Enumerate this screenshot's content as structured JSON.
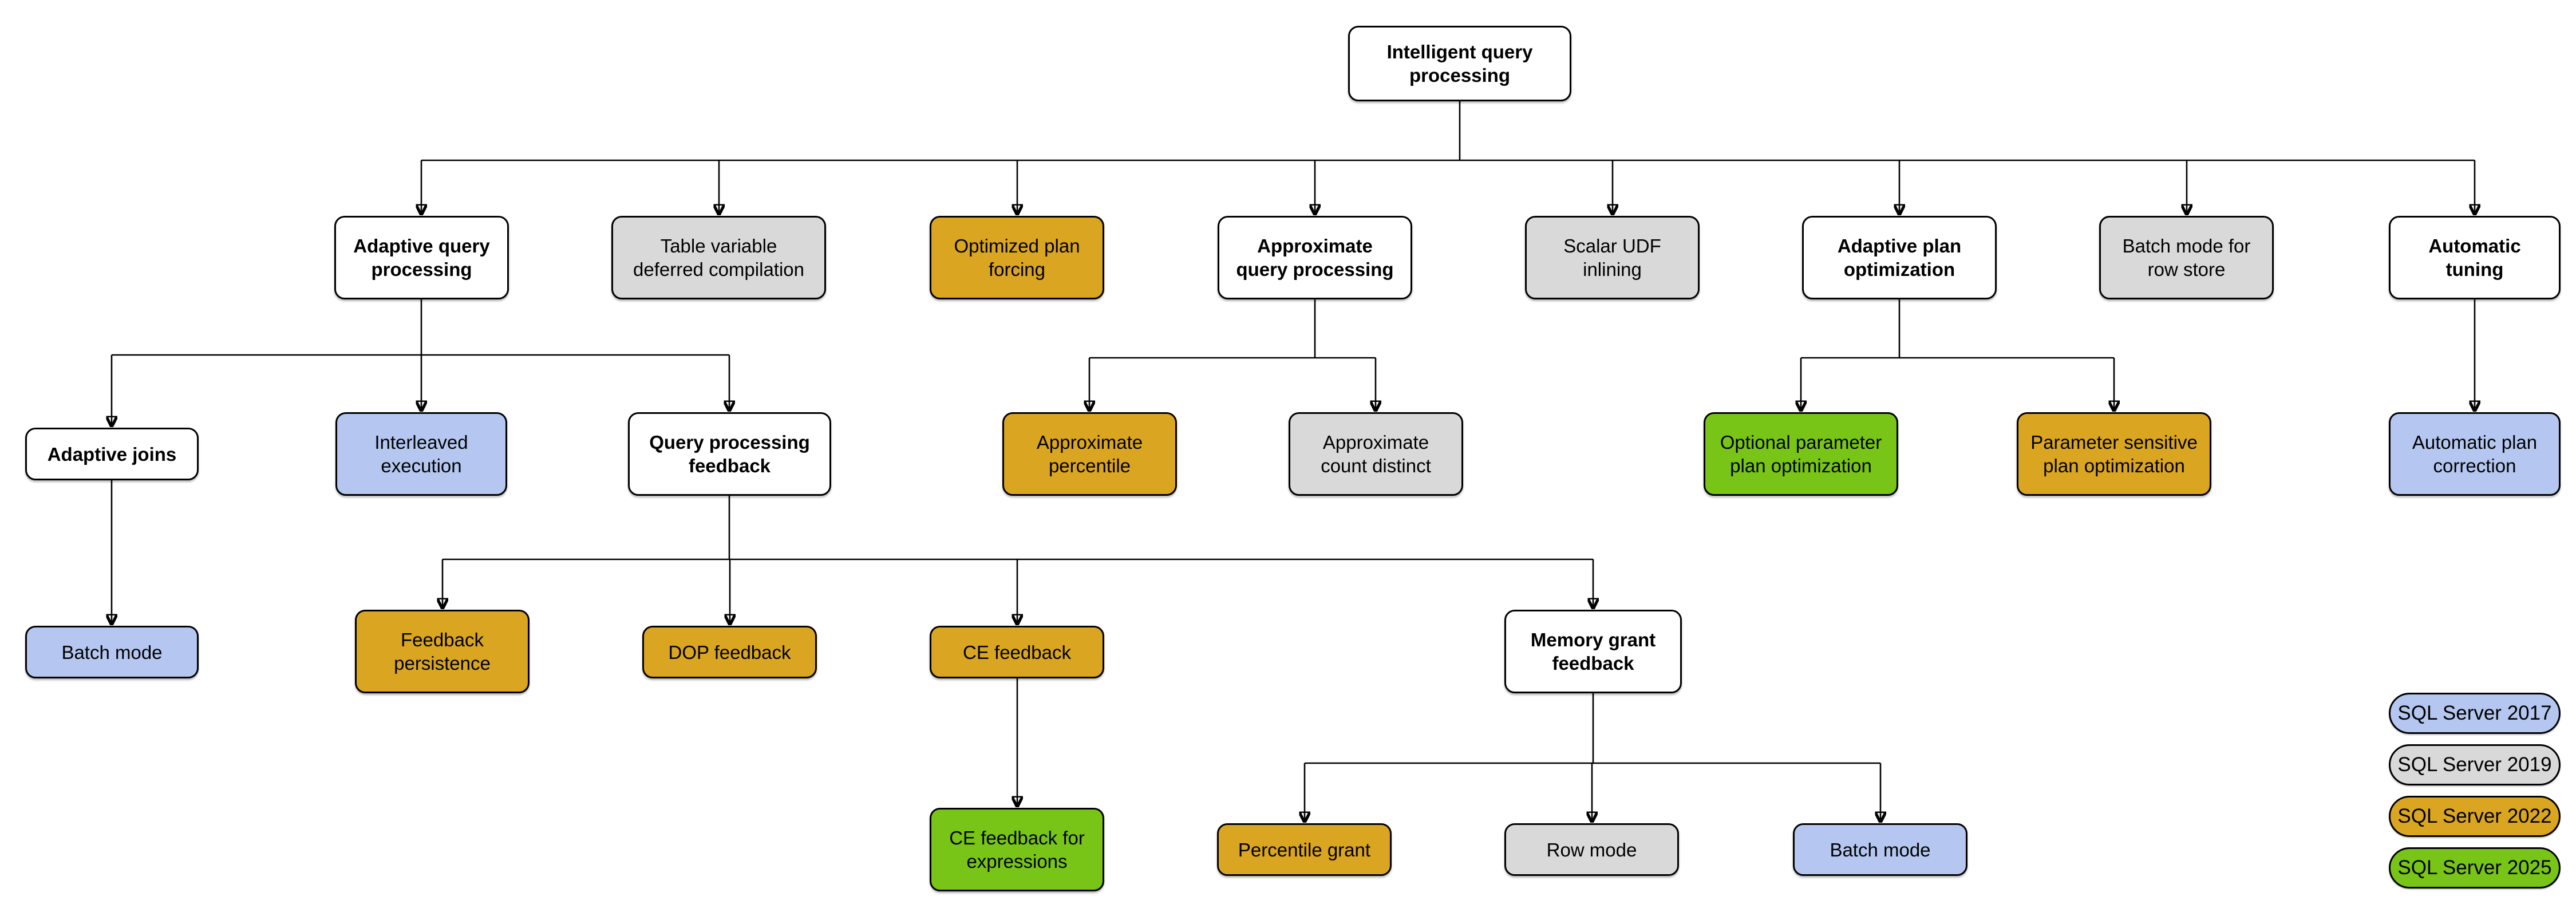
{
  "diagram": {
    "nodes": [
      {
        "label": "Intelligent query\nprocessing",
        "version": "base"
      },
      {
        "label": "Adaptive query\nprocessing",
        "version": "base"
      },
      {
        "label": "Table variable\ndeferred compilation",
        "version": "2019"
      },
      {
        "label": "Optimized plan\nforcing",
        "version": "2022"
      },
      {
        "label": "Approximate\nquery processing",
        "version": "base"
      },
      {
        "label": "Scalar UDF\ninlining",
        "version": "2019"
      },
      {
        "label": "Adaptive plan\noptimization",
        "version": "base"
      },
      {
        "label": "Batch mode for\nrow store",
        "version": "2019"
      },
      {
        "label": "Automatic\ntuning",
        "version": "base"
      },
      {
        "label": "Adaptive joins",
        "version": "base"
      },
      {
        "label": "Interleaved\nexecution",
        "version": "2017"
      },
      {
        "label": "Query processing\nfeedback",
        "version": "base"
      },
      {
        "label": "Approximate\npercentile",
        "version": "2022"
      },
      {
        "label": "Approximate\ncount distinct",
        "version": "2019"
      },
      {
        "label": "Optional parameter\nplan optimization",
        "version": "2025"
      },
      {
        "label": "Parameter sensitive\nplan optimization",
        "version": "2022"
      },
      {
        "label": "Automatic plan\ncorrection",
        "version": "2017"
      },
      {
        "label": "Batch mode",
        "version": "2017"
      },
      {
        "label": "Feedback\npersistence",
        "version": "2022"
      },
      {
        "label": "DOP feedback",
        "version": "2022"
      },
      {
        "label": "CE feedback",
        "version": "2022"
      },
      {
        "label": "Memory grant\nfeedback",
        "version": "base"
      },
      {
        "label": "CE feedback for\nexpressions",
        "version": "2025"
      },
      {
        "label": "Percentile grant",
        "version": "2022"
      },
      {
        "label": "Row mode",
        "version": "2019"
      },
      {
        "label": "Batch mode",
        "version": "2017"
      }
    ],
    "legend": [
      {
        "label": "SQL Server 2017",
        "version": "2017"
      },
      {
        "label": "SQL Server 2019",
        "version": "2019"
      },
      {
        "label": "SQL Server 2022",
        "version": "2022"
      },
      {
        "label": "SQL Server 2025",
        "version": "2025"
      }
    ]
  },
  "colors": {
    "v2017": "#b5c7f0",
    "v2019": "#d9d9d9",
    "v2022": "#daa520",
    "v2025": "#78c517",
    "node-white": "#ffffff",
    "border": "#000000",
    "line": "#000000"
  }
}
